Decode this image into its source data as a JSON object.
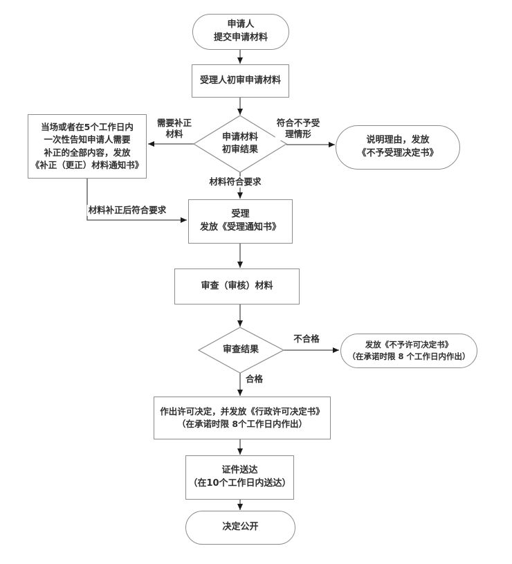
{
  "diagram": {
    "type": "flowchart",
    "nodes": {
      "start": {
        "shape": "stadium",
        "text": "申请人\n提交申请材料"
      },
      "initial_review": {
        "shape": "rect",
        "text": "受理人初审申请材料"
      },
      "decision_initial": {
        "shape": "diamond",
        "text": "申请材料\n初审结果"
      },
      "correction_notice": {
        "shape": "rect",
        "text": "当场或者在5个工作日内\n一次性告知申请人需要\n补正的全部内容，发放\n《补正（更正）材料通知书》"
      },
      "not_accepted": {
        "shape": "stadium",
        "text": "说明理由，发放\n《不予受理决定书》"
      },
      "accept": {
        "shape": "rect",
        "text": "受理\n发放《受理通知书》"
      },
      "examine": {
        "shape": "rect",
        "text": "审查（审核）材料"
      },
      "decision_examine": {
        "shape": "diamond",
        "text": "审查结果"
      },
      "not_permitted": {
        "shape": "stadium",
        "text": "发放《不予许可决定书》\n（在承诺时限 8 个工作日内作出）"
      },
      "decide": {
        "shape": "rect",
        "text": "作出许可决定，并发放《行政许可决定书》\n（在承诺时限 8个工作日内作出）"
      },
      "deliver": {
        "shape": "rect",
        "text": "证件送达\n（在10个工作日内送达）"
      },
      "publish": {
        "shape": "stadium",
        "text": "决定公开"
      }
    },
    "edge_labels": {
      "need_correction": "需要补正\n材料",
      "non_acceptance": "符合不予受\n理情形",
      "materials_ok": "材料符合要求",
      "corrected_ok": "材料补正后符合要求",
      "unqualified": "不合格",
      "qualified": "合格"
    },
    "colors": {
      "background": "#ffffff",
      "node_border": "#8c8c8c",
      "connector": "#4d4d4d",
      "arrowhead": "#1a1a1a",
      "text": "#2e2e2e"
    }
  }
}
